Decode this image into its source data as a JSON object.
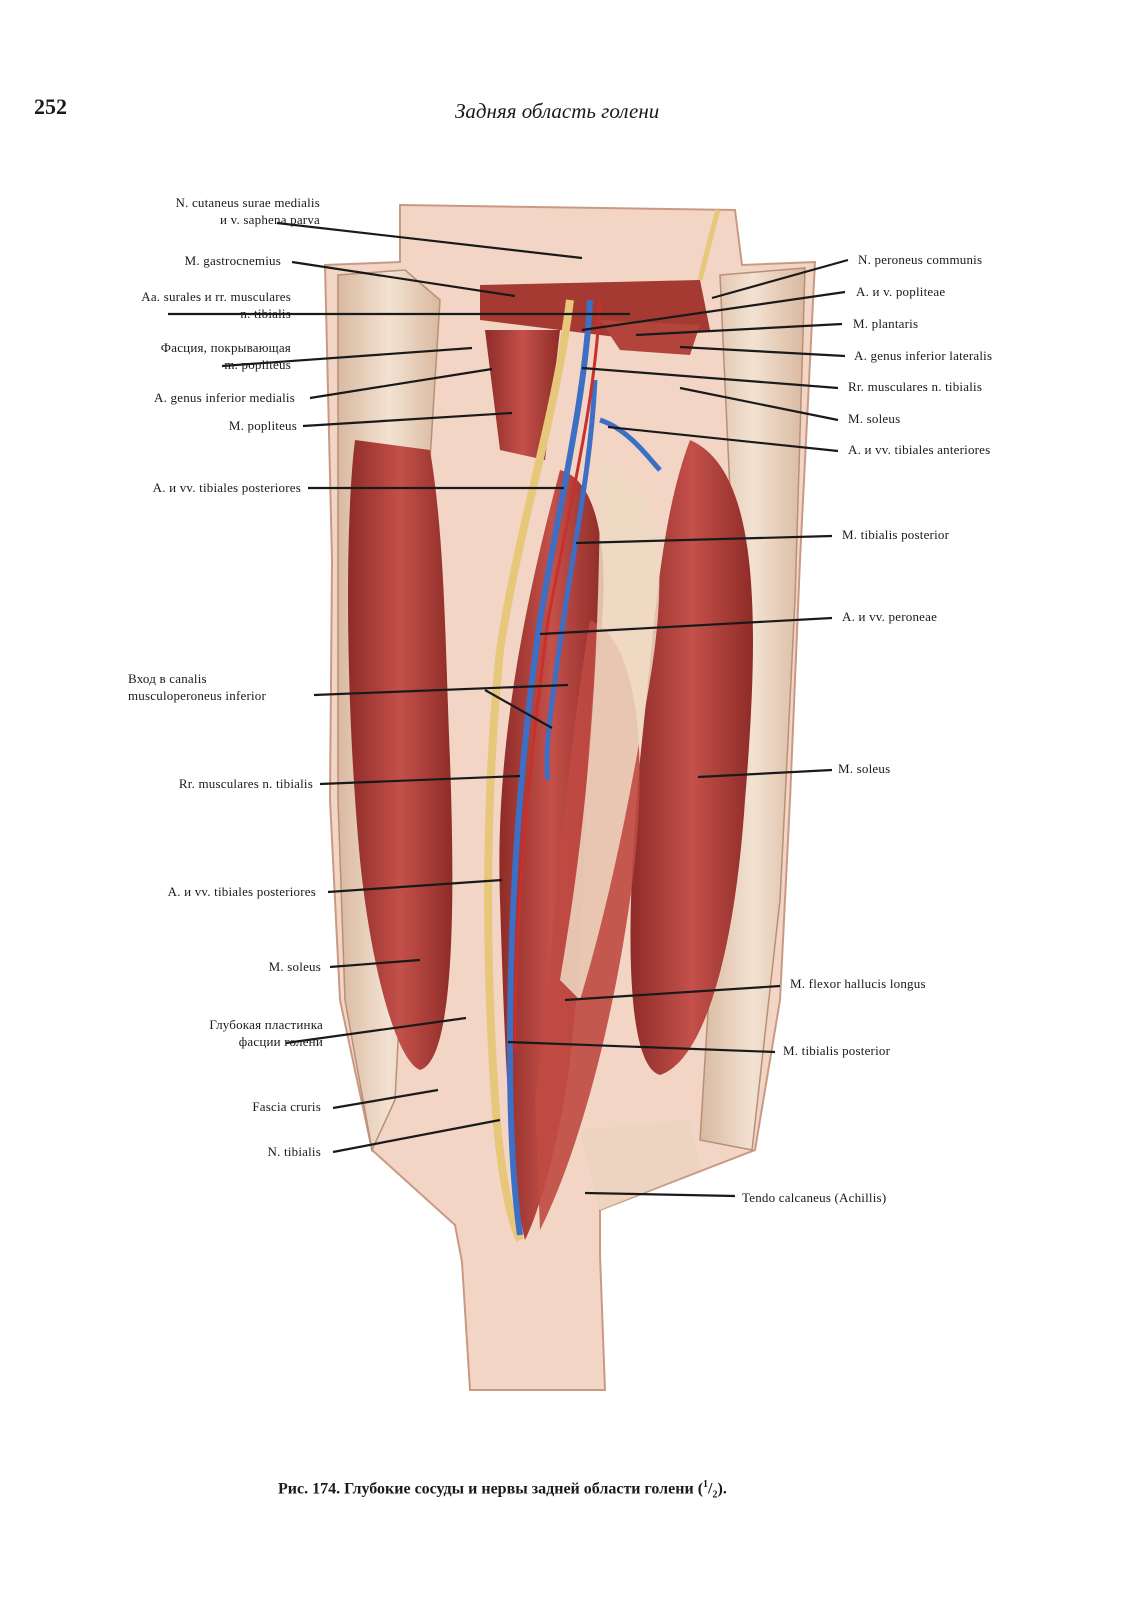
{
  "header": {
    "page_number": "252",
    "running_title": "Задняя область голени"
  },
  "labels_left": [
    {
      "line1": "N. cutaneus surae medialis",
      "line2": "и v. saphena parva"
    },
    {
      "line1": "M. gastrocnemius"
    },
    {
      "line1": "Aa. surales и rr. musculares",
      "line2": "n. tibialis"
    },
    {
      "line1": "Фасция, покрывающая",
      "line2": "m. popliteus"
    },
    {
      "line1": "A. genus inferior medialis"
    },
    {
      "line1": "M. popliteus"
    },
    {
      "line1": "A. и vv. tibiales posteriores"
    },
    {
      "line1": "Вход в canalis",
      "line2": "musculoperoneus inferior"
    },
    {
      "line1": "Rr. musculares n. tibialis"
    },
    {
      "line1": "A. и vv. tibiales posteriores"
    },
    {
      "line1": "M. soleus"
    },
    {
      "line1": "Глубокая пластинка",
      "line2": "фасции голени"
    },
    {
      "line1": "Fascia cruris"
    },
    {
      "line1": "N. tibialis"
    }
  ],
  "labels_right": [
    {
      "line1": "N. peroneus communis"
    },
    {
      "line1": "A. и v. popliteae"
    },
    {
      "line1": "M. plantaris"
    },
    {
      "line1": "A. genus inferior lateralis"
    },
    {
      "line1": "Rr. musculares n. tibialis"
    },
    {
      "line1": "M. soleus"
    },
    {
      "line1": "A. и vv. tibiales anteriores"
    },
    {
      "line1": "M. tibialis posterior"
    },
    {
      "line1": "A. и vv. peroneae"
    },
    {
      "line1": "M. soleus"
    },
    {
      "line1": "M. flexor hallucis longus"
    },
    {
      "line1": "M. tibialis posterior"
    },
    {
      "line1": "Tendo calcaneus (Achillis)"
    }
  ],
  "caption": {
    "prefix": "Рис. 174. Глубокие сосуды и нервы задней области голени (",
    "frac_num": "1",
    "frac_den": "2",
    "suffix": ")."
  },
  "colors": {
    "muscle": "#b8413a",
    "muscle_dark": "#8e2c28",
    "skin": "#f2d5c4",
    "fascia": "#e9d3bf",
    "vein": "#3d6fc4",
    "artery": "#c9302c",
    "nerve": "#e7c77a"
  }
}
